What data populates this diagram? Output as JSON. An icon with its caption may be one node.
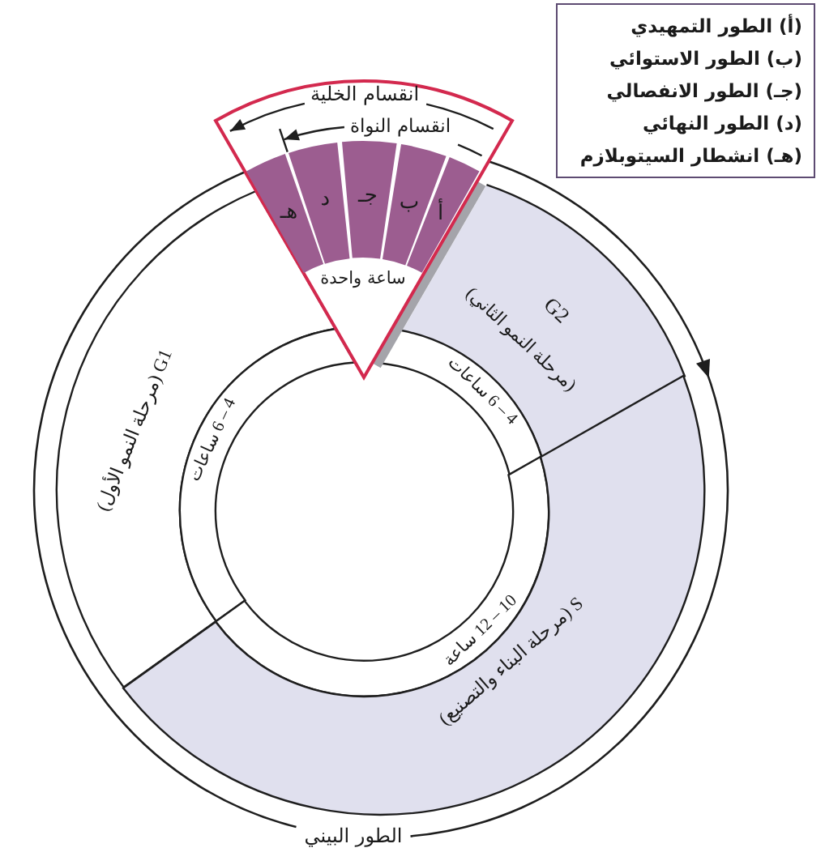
{
  "diagram": {
    "nodes": [
      {
        "text": [
          "(أ) الطور التمهيدي",
          "(ب) الطور الاستوائي",
          "(جـ) الطور الانفصالي",
          "(د) الطور النهائي",
          "(هـ) انشطار السيتوبلازم"
        ]
      },
      {
        "text": [
          "انقسام الخلية",
          "انقسام النواة",
          "ساعة واحدة"
        ]
      },
      {
        "text": [
          "أ"
        ],
        "in": 1
      },
      {
        "text": [
          "ب"
        ],
        "in": 1
      },
      {
        "text": [
          "جـ"
        ],
        "in": 1
      },
      {
        "text": [
          "د"
        ],
        "in": 1
      },
      {
        "text": [
          "هـ"
        ],
        "in": 1
      },
      {
        "text": [
          "G2",
          "(مرحلة النمو الثاني)"
        ]
      },
      {
        "text": [
          "4 – 6 ساعات"
        ]
      },
      {
        "text": [
          "G1 (مرحلة النمو الأول)"
        ]
      },
      {
        "text": [
          "4 – 6 ساعات"
        ]
      },
      {
        "text": [
          "10 – 12 ساعة"
        ]
      },
      {
        "text": [
          "S (مرحلة البناء والتصنيع)"
        ]
      }
    ],
    "labels": [
      "الطور البيني"
    ]
  }
}
